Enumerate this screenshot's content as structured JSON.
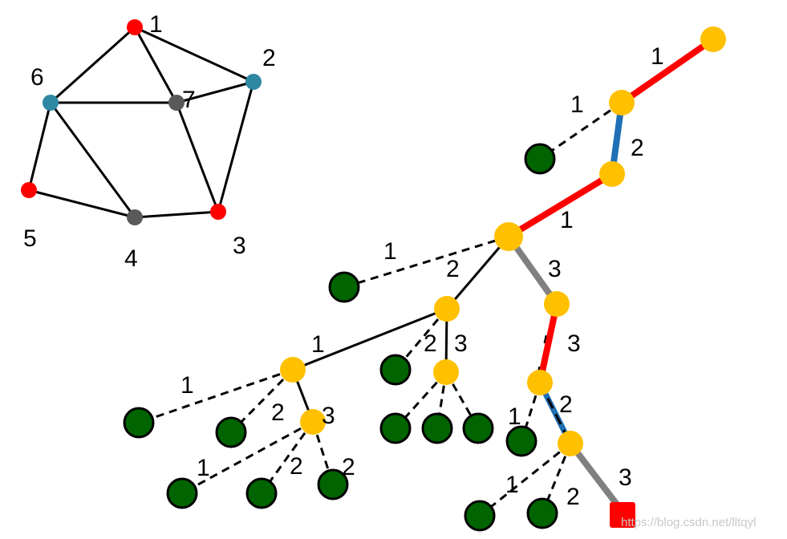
{
  "colors": {
    "red": "#ff0000",
    "teal": "#2e87a3",
    "gray_node": "#595959",
    "gold": "#ffc000",
    "dark_green": "#006400",
    "blue": "#1f6fb5",
    "gray_edge": "#808080",
    "black": "#000000"
  },
  "graph": {
    "node_labels": [
      "1",
      "2",
      "3",
      "4",
      "5",
      "6",
      "7"
    ]
  },
  "tree": {
    "edge_labels": [
      "1",
      "2",
      "1",
      "1",
      "3",
      "2",
      "1",
      "1",
      "2",
      "3",
      "2",
      "3",
      "1",
      "2",
      "1",
      "2",
      "3",
      "1",
      "2",
      "3"
    ]
  },
  "watermark": "https://blog.csdn.net/lltqyl"
}
